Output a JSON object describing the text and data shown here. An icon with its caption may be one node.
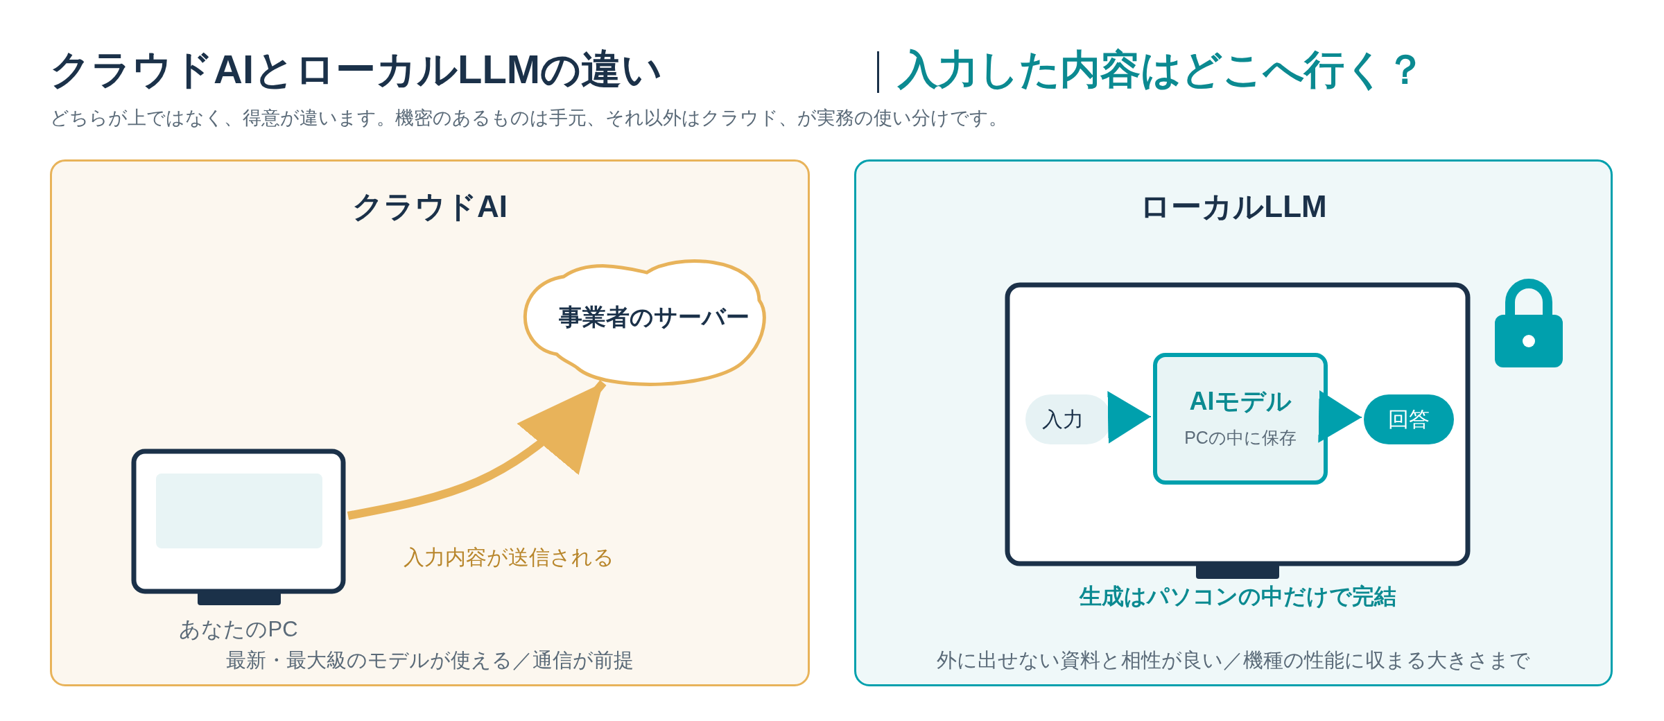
{
  "diagram": {
    "title": "クラウドAIとローカルLLMの違い",
    "nodes": [
      {
        "text": [
          "クラウドAI",
          "最新・最大級のモデルが使える／通信が前提"
        ]
      },
      {
        "text": [
          "事業者のサーバー"
        ],
        "in": 0
      },
      {
        "text": [
          "あなたのPC"
        ],
        "in": 0
      },
      {
        "text": [
          "ローカルLLM",
          "外に出せない資料と相性が良い／機種の性能に収まる大きさまで"
        ]
      },
      {
        "text": [
          "生成はパソコンの中だけで完結"
        ],
        "in": 3
      },
      {
        "text": [
          "入力"
        ],
        "in": 4
      },
      {
        "text": [
          "AIモデル",
          "PCの中に保存"
        ],
        "in": 4
      },
      {
        "text": [
          "回答"
        ],
        "in": 4
      }
    ],
    "edges": [
      {
        "from": 2,
        "to": 1,
        "arrow": "to",
        "label": "入力内容が送信される",
        "style": "thick",
        "color": "#e8b35a"
      },
      {
        "from": 5,
        "to": 6,
        "arrow": "to",
        "color": "#00a0ad"
      },
      {
        "from": 6,
        "to": 7,
        "arrow": "to",
        "color": "#00a0ad"
      }
    ],
    "labels": [
      "入力した内容はどこへ行く？",
      "どちらが上ではなく、得意が違います。機密のあるものは手元、それ以外はクラウド、が実務の使い分けです。"
    ]
  }
}
